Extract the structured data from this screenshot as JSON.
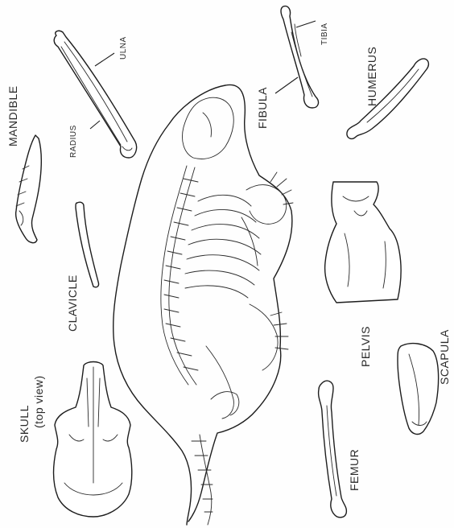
{
  "labels": {
    "mandible": "MANDIBLE",
    "radius": "RADIUS",
    "ulna": "ULNA",
    "fibula": "FIBULA",
    "tibia": "TIBIA",
    "humerus": "HUMERUS",
    "clavicle": "CLAVICLE",
    "pelvis": "PELVIS",
    "scapula": "SCAPULA",
    "skull": "SKULL",
    "skull_sub": "(top view)",
    "femur": "FEMUR"
  }
}
